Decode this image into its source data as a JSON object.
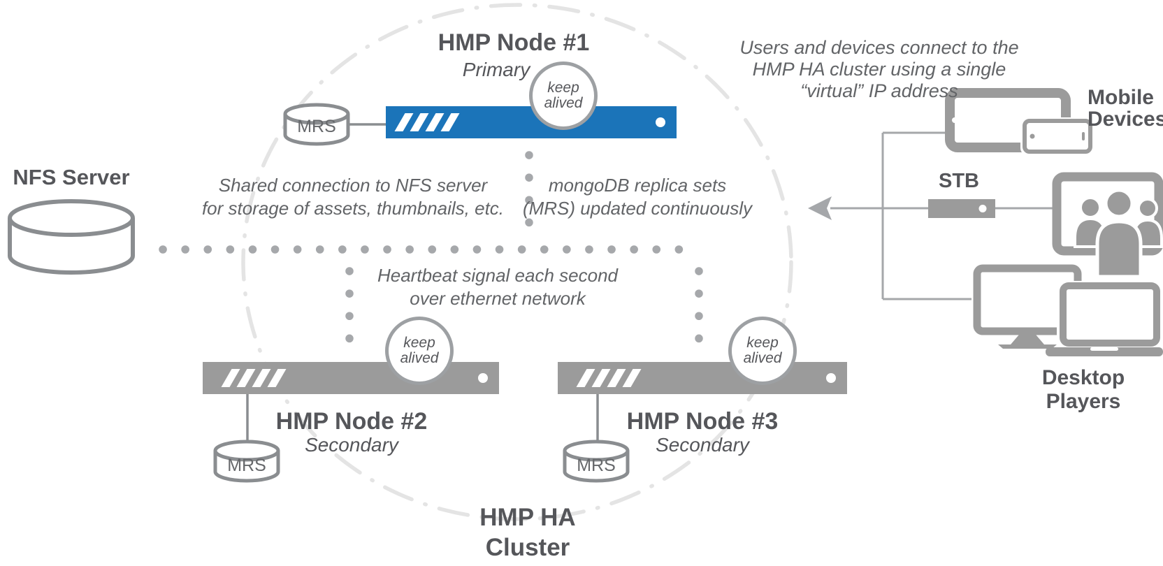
{
  "colors": {
    "primary_blue": "#1b74b9",
    "device_gray": "#9b9b9b",
    "outline_gray": "#8a8d90",
    "text_dark": "#55565a",
    "note_gray": "#626467",
    "dot_gray": "#a6a8ab",
    "connector_gray": "#a5a7aa",
    "ellipse_gray": "#e4e4e4",
    "badge_border": "#9da0a3"
  },
  "nfs": {
    "label": "NFS Server"
  },
  "cluster": {
    "line1": "HMP HA",
    "line2": "Cluster"
  },
  "keepalived": {
    "line1": "keep",
    "line2": "alived"
  },
  "nodes": [
    {
      "title": "HMP Node #1",
      "role": "Primary",
      "mrs": "MRS"
    },
    {
      "title": "HMP Node #2",
      "role": "Secondary",
      "mrs": "MRS"
    },
    {
      "title": "HMP Node #3",
      "role": "Secondary",
      "mrs": "MRS"
    }
  ],
  "annotations": {
    "users": [
      "Users and devices connect to the",
      "HMP HA cluster using a single",
      "“virtual” IP address"
    ],
    "shared": [
      "Shared connection to NFS server",
      "for storage of assets, thumbnails, etc."
    ],
    "mongo": [
      "mongoDB replica sets",
      "(MRS) updated continuously"
    ],
    "heartbeat": [
      "Heartbeat signal each second",
      "over ethernet network"
    ]
  },
  "devices": {
    "mobile_line1": "Mobile",
    "mobile_line2": "Devices",
    "stb": "STB",
    "desktop": "Desktop Players"
  }
}
